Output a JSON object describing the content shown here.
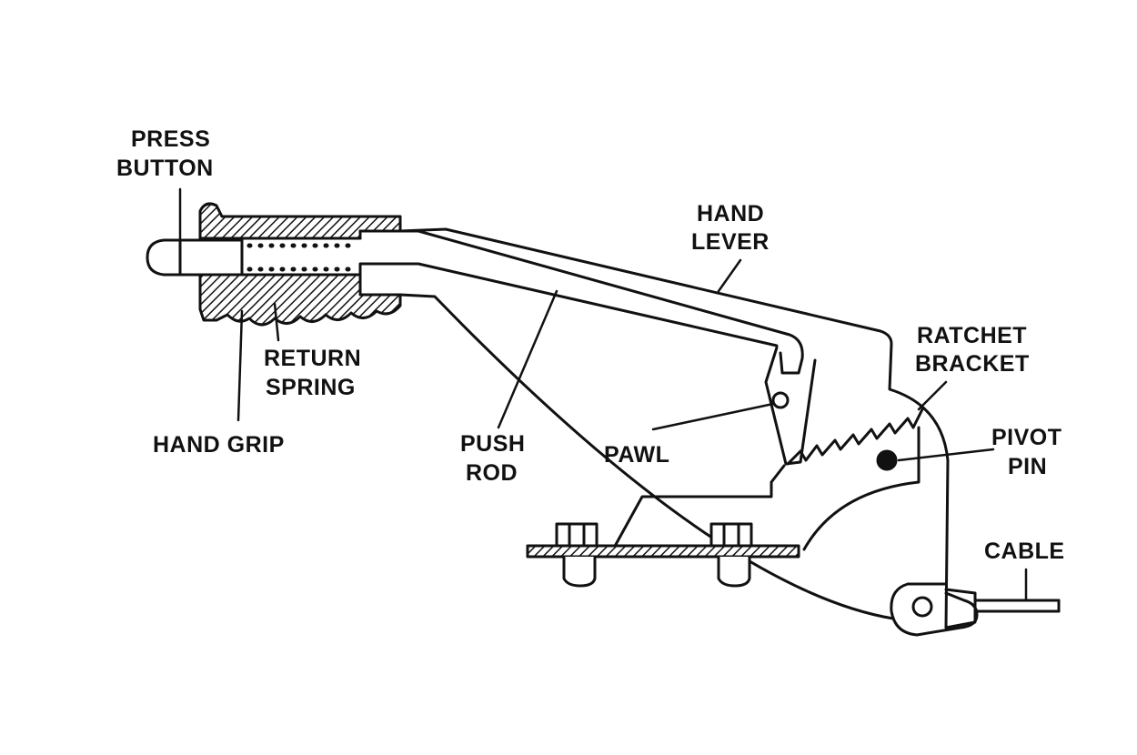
{
  "colors": {
    "ink": "#111111",
    "paper": "#ffffff"
  },
  "labels": {
    "press_button": [
      "PRESS",
      "BUTTON"
    ],
    "hand_lever": [
      "HAND",
      "LEVER"
    ],
    "ratchet_bracket": [
      "RATCHET",
      "BRACKET"
    ],
    "return_spring": [
      "RETURN",
      "SPRING"
    ],
    "hand_grip": "HAND GRIP",
    "push_rod": [
      "PUSH",
      "ROD"
    ],
    "pawl": "PAWL",
    "pivot_pin": [
      "PIVOT",
      "PIN"
    ],
    "cable": "CABLE"
  }
}
